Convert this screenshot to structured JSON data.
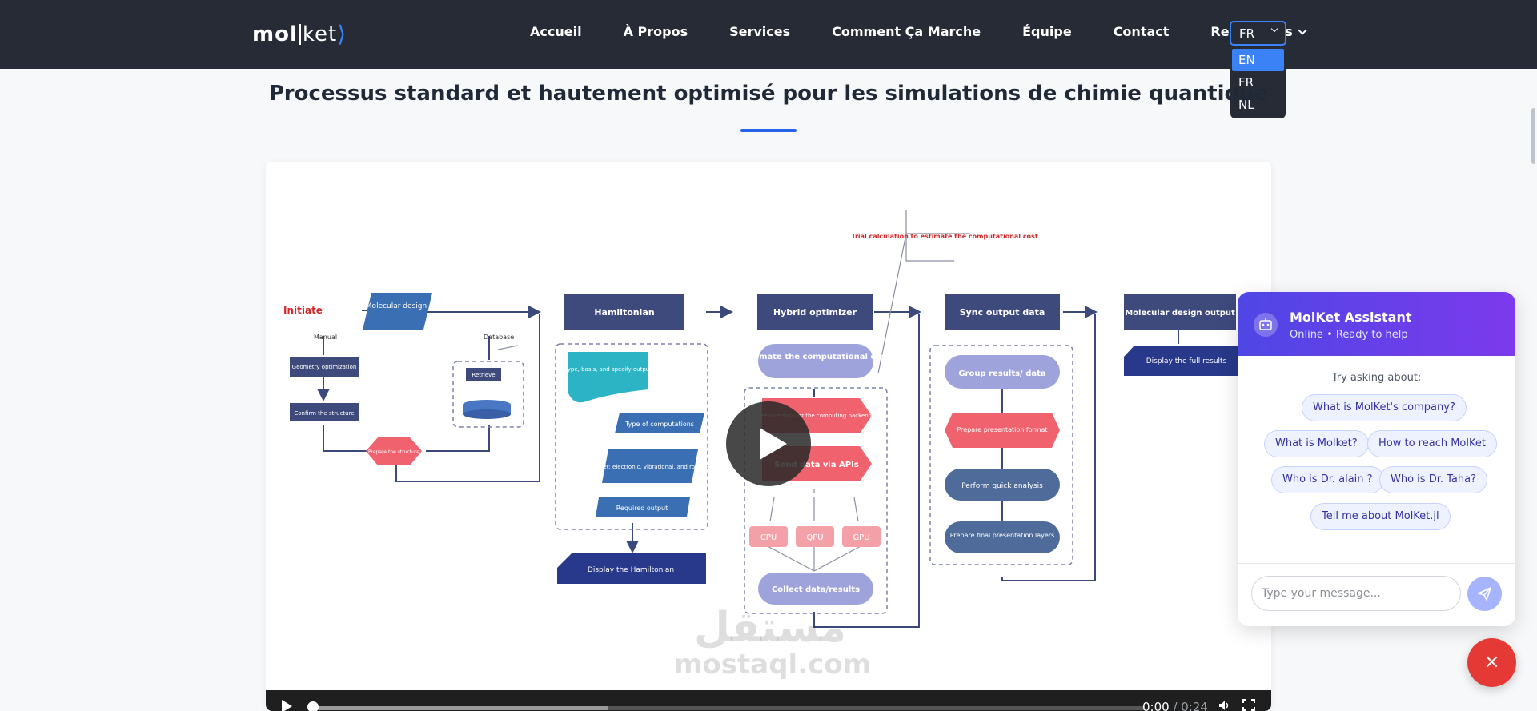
{
  "nav": {
    "logo_mol": "mol",
    "logo_ket": "ket",
    "logo_rangle": "⟩",
    "links": [
      "Accueil",
      "À Propos",
      "Services",
      "Comment Ça Marche",
      "Équipe",
      "Contact"
    ],
    "resources_label": "Ressources",
    "lang_selected": "FR",
    "lang_options": [
      "EN",
      "FR",
      "NL"
    ],
    "lang_highlighted": "EN"
  },
  "section": {
    "title": "Processus standard et hautement optimisé pour les simulations de chimie quantique"
  },
  "diagram": {
    "initiate": "Initiate",
    "molecular_design": "Molecular design",
    "manual": "Manual",
    "database": "Database",
    "geometry_opt": "Geometry optimization",
    "retrieve": "Retrieve",
    "confirm_structure": "Confirm the structure",
    "prepare_structure": "Prepare the structure",
    "hamiltonian": "Hamiltonian",
    "type_basis": "type, basis, and specify output",
    "type_computations": "Type of computations",
    "basis_set": "Basis set: electronic, vibrational, and rotational",
    "required_output": "Required output",
    "display_hamiltonian": "Display the Hamiltonian",
    "hybrid_optimizer": "Hybrid optimizer",
    "estimate_cost": "Estimate the computational cost",
    "trial_calc": "Trial calculation to estimate the computational cost",
    "prepare_data": "Prepare data for the computing backends",
    "send_data": "Send data via APIs",
    "cpu": "CPU",
    "qpu": "QPU",
    "gpu": "GPU",
    "collect_data": "Collect data/results",
    "sync_output": "Sync output data",
    "group_results": "Group results/ data",
    "prepare_format": "Prepare presentation format",
    "quick_analysis": "Perform quick analysis",
    "final_layers": "Prepare final presentation layers",
    "mol_design_output": "Molecular design output",
    "display_full": "Display the full results"
  },
  "watermark": {
    "arabic": "مستقل",
    "domain": "mostaql.com"
  },
  "video": {
    "current_time": "0:00",
    "separator": " / ",
    "duration": "0:24",
    "progress": 0
  },
  "chat": {
    "title": "MolKet Assistant",
    "status": "Online • Ready to help",
    "try_label": "Try asking about:",
    "suggestions": [
      "What is MolKet's company?",
      "What is Molket?",
      "How to reach MolKet",
      "Who is Dr. alain ?",
      "Who is Dr. Taha?",
      "Tell me about MolKet.jl"
    ],
    "input_placeholder": "Type your message...",
    "close_symbol": "×"
  },
  "colors": {
    "navbar": "#262b36",
    "accent": "#2563eb",
    "chat_gradient_start": "#4f46e5",
    "chat_gradient_end": "#7c3aed",
    "close_button": "#e53935"
  }
}
